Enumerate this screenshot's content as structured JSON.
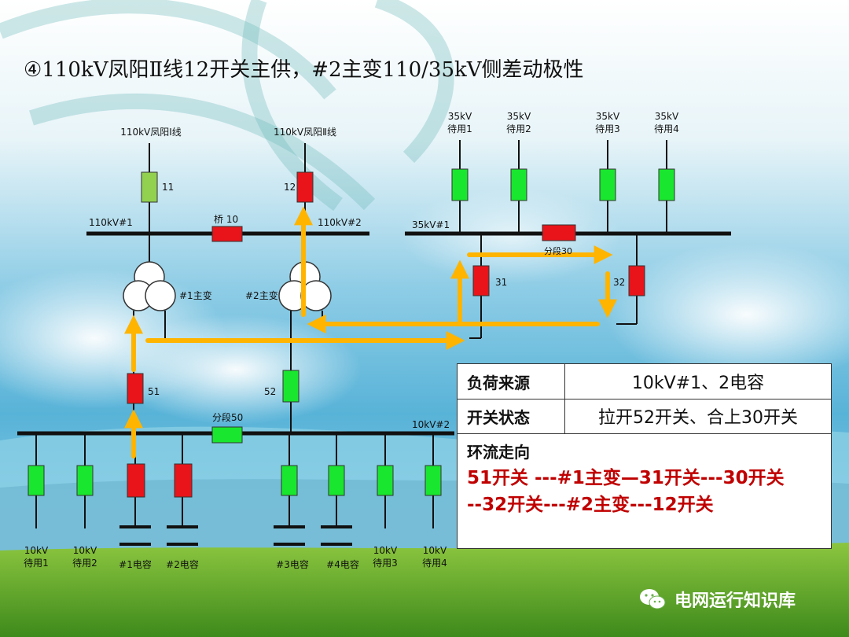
{
  "title": "④110kV凤阳Ⅱ线12开关主供，#2主变110/35kV侧差动极性",
  "lines": {
    "line1": "110kV凤阳Ⅰ线",
    "line2": "110kV凤阳Ⅱ线",
    "spare35": [
      {
        "top": "35kV",
        "bottom": "待用1"
      },
      {
        "top": "35kV",
        "bottom": "待用2"
      },
      {
        "top": "35kV",
        "bottom": "待用3"
      },
      {
        "top": "35kV",
        "bottom": "待用4"
      }
    ]
  },
  "labels": {
    "sw11": "11",
    "sw12": "12",
    "bus110_1": "110kV#1",
    "bus110_2": "110kV#2",
    "bridge10": "桥 10",
    "bus35_1": "35kV#1",
    "seg30": "分段30",
    "sw31": "31",
    "sw32": "32",
    "tx1": "#1主变",
    "tx2": "#2主变",
    "sw51": "51",
    "sw52": "52",
    "seg50": "分段50",
    "bus10_2": "10kV#2"
  },
  "feeders10": [
    {
      "top": "10kV",
      "bottom": "待用1"
    },
    {
      "top": "10kV",
      "bottom": "待用2"
    },
    {
      "top": "",
      "bottom": "#1电容"
    },
    {
      "top": "",
      "bottom": "#2电容"
    },
    {
      "top": "",
      "bottom": "#3电容"
    },
    {
      "top": "",
      "bottom": "#4电容"
    },
    {
      "top": "10kV",
      "bottom": "待用3"
    },
    {
      "top": "10kV",
      "bottom": "待用4"
    }
  ],
  "info": {
    "load_label": "负荷来源",
    "load_value": "10kV#1、2电容",
    "switch_label": "开关状态",
    "switch_value": "拉开52开关、合上30开关",
    "flow_label": "环流走向",
    "flow_line1": "51开关 ---#1主变—31开关---30开关",
    "flow_line2": "--32开关---#2主变---12开关"
  },
  "brand": "电网运行知识库",
  "colors": {
    "closed": "#e8141a",
    "open": "#19e62e",
    "sw11": "#92d050",
    "arrow": "#ffb400",
    "flow_text": "#c00000"
  }
}
